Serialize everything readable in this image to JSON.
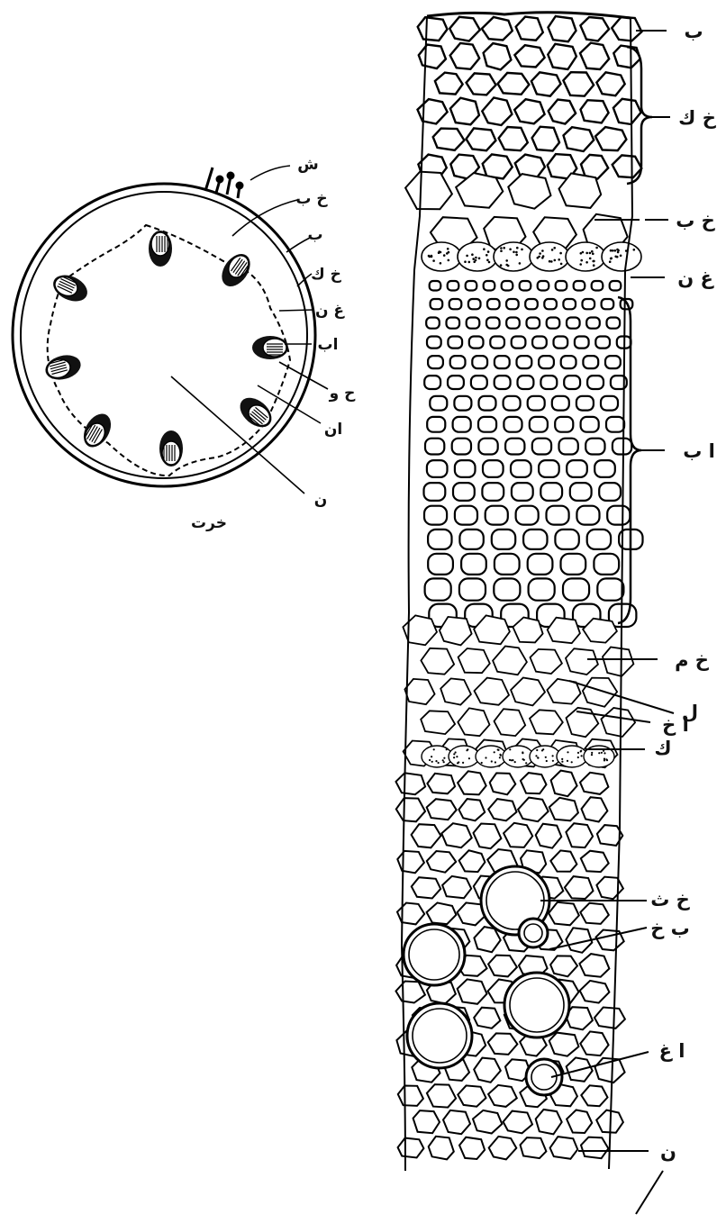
{
  "diagram": {
    "stem_cross_section": {
      "labels": {
        "trichome": "ش",
        "cortex_parenchyma": "خ ب",
        "epidermis": "ب",
        "collenchyma": "خ ك",
        "starch_sheath": "غ ن",
        "phloem": "اب",
        "xylem": "ح و",
        "cambium": "ان",
        "pith": "ن",
        "cortex": "خرت"
      }
    },
    "tissue_strip": {
      "labels": {
        "epidermis": "ب",
        "collenchyma": "خ ك",
        "cortex_parenchyma": "خ ب",
        "starch_sheath": "غ ن",
        "pericycle_fibers": "ا ب",
        "sieve_tube": "خ م",
        "companion_cell": "ل",
        "phloem_parenchyma": "ا خ",
        "cambium": "ك",
        "xylem_vessel": "خ ث",
        "xylem_parenchyma": "ب خ",
        "wood_fibers": "ا غ",
        "pith": "ن"
      }
    }
  }
}
